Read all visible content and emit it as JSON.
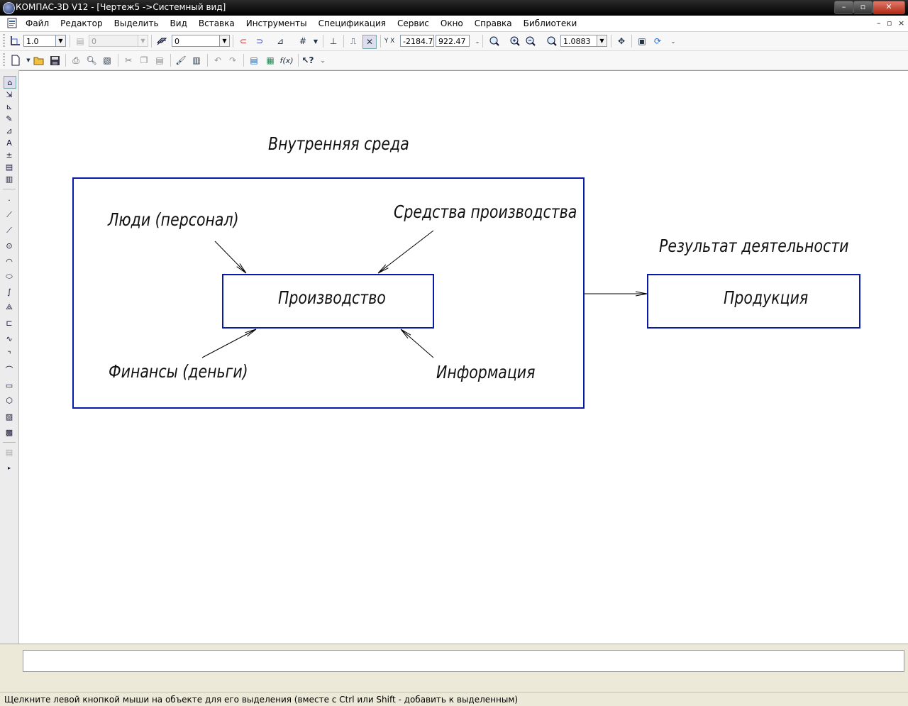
{
  "window": {
    "title": "КОМПАС-3D V12 - [Чертеж5 ->Системный вид]",
    "controls": {
      "minimize": "–",
      "maximize": "▫",
      "close": "✕"
    }
  },
  "menu": {
    "items": [
      "Файл",
      "Редактор",
      "Выделить",
      "Вид",
      "Вставка",
      "Инструменты",
      "Спецификация",
      "Сервис",
      "Окно",
      "Справка",
      "Библиотеки"
    ],
    "doc_controls": {
      "minimize": "–",
      "restore": "▫",
      "close": "×"
    }
  },
  "toolbar_current": {
    "scale_value": "1.0",
    "layer_value": "0",
    "style_value": "0",
    "coord_x": "-2184.7",
    "coord_y": "922.47",
    "zoom_value": "1.0883"
  },
  "drawing": {
    "labels": {
      "internal_environment": "Внутренняя среда",
      "people": "Люди (персонал)",
      "means_of_production": "Средства производства",
      "production": "Производство",
      "finance": "Финансы (деньги)",
      "information": "Информация",
      "result": "Результат деятельности",
      "product": "Продукция"
    },
    "line_color": "#0a1aa8",
    "arrow_color": "#000000"
  },
  "status": {
    "message": "Щелкните левой кнопкой мыши на объекте для его выделения (вместе с Ctrl или Shift - добавить к выделенным)"
  },
  "icons": {
    "toolbar1": [
      "snap-icon",
      "layer-state-icon",
      "style-icon",
      "magnet-icon",
      "ortho-icon",
      "grid-icon",
      "local-cs-icon",
      "round-icon",
      "cursor-step-icon",
      "zoom-window-icon",
      "zoom-in-icon",
      "zoom-out-icon",
      "zoom-scale-icon",
      "pan-icon",
      "refresh-icon",
      "regenerate-icon"
    ],
    "toolbar2": [
      "new-icon",
      "open-icon",
      "save-icon",
      "print-icon",
      "preview-icon",
      "print-settings-icon",
      "cut-icon",
      "copy-icon",
      "paste-icon",
      "format-painter-icon",
      "properties-icon",
      "undo-icon",
      "redo-icon",
      "manager-icon",
      "library-icon",
      "variables-icon",
      "help-icon"
    ]
  }
}
